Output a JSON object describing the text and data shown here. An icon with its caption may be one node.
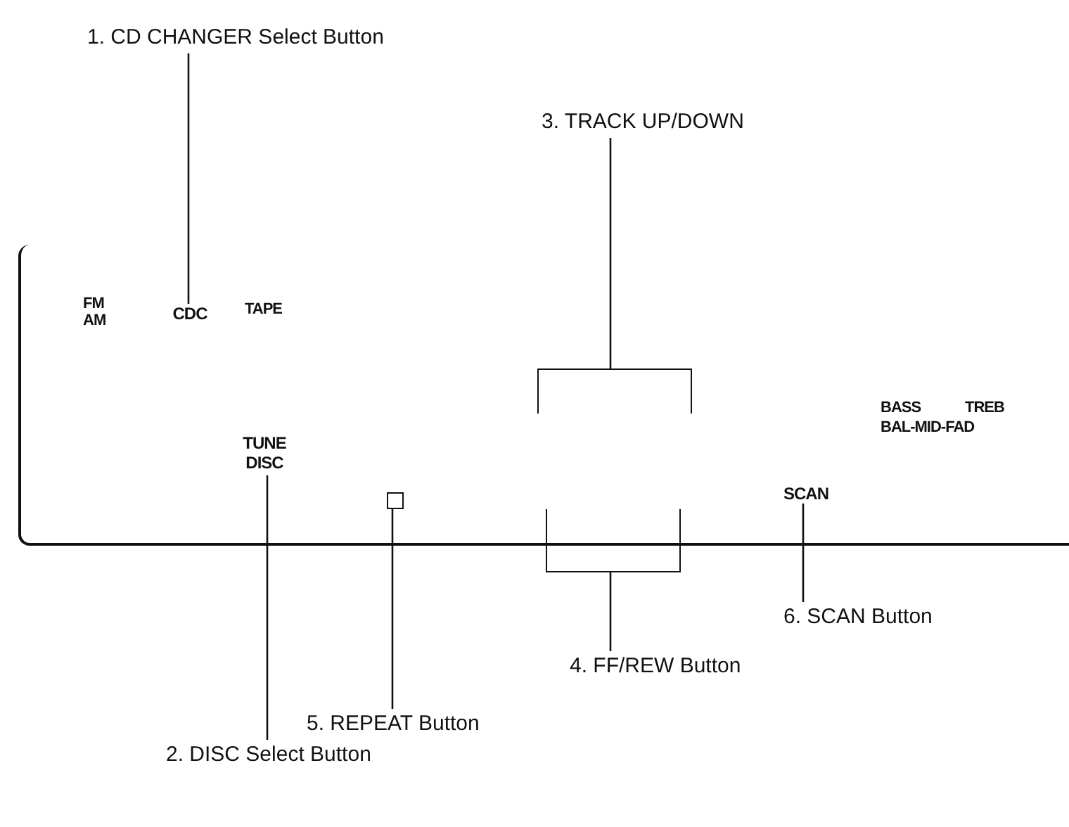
{
  "diagram": {
    "nodes": [
      {
        "text": [],
        "shape": "box"
      },
      {
        "text": [
          "1. CD CHANGER Select Button"
        ]
      },
      {
        "text": [
          "CDC"
        ],
        "in": 0
      },
      {
        "text": [
          "3. TRACK UP/DOWN"
        ]
      },
      {
        "text": [],
        "shape": "bar",
        "in": 0
      },
      {
        "text": [
          "TUNE DISC"
        ],
        "in": 0
      },
      {
        "text": [],
        "shape": "box",
        "in": 0
      },
      {
        "text": [],
        "shape": "bar",
        "in": 0
      },
      {
        "text": [
          "SCAN"
        ],
        "in": 0
      },
      {
        "text": [
          "6. SCAN Button"
        ]
      },
      {
        "text": [
          "4. FF/REW Button"
        ]
      },
      {
        "text": [
          "5. REPEAT Button"
        ]
      },
      {
        "text": [
          "2. DISC Select Button"
        ]
      }
    ],
    "edges": [
      {
        "from": 1,
        "to": 2,
        "arrow": "none"
      },
      {
        "from": 3,
        "to": 4,
        "arrow": "none"
      },
      {
        "from": 9,
        "to": 8,
        "arrow": "none"
      },
      {
        "from": 10,
        "to": 7,
        "arrow": "none"
      },
      {
        "from": 11,
        "to": 6,
        "arrow": "none"
      },
      {
        "from": 12,
        "to": 5,
        "arrow": "none"
      }
    ],
    "labels": [
      "FM",
      "AM",
      "TAPE",
      "BASS",
      "TREB",
      "BAL-MID-FAD"
    ]
  }
}
